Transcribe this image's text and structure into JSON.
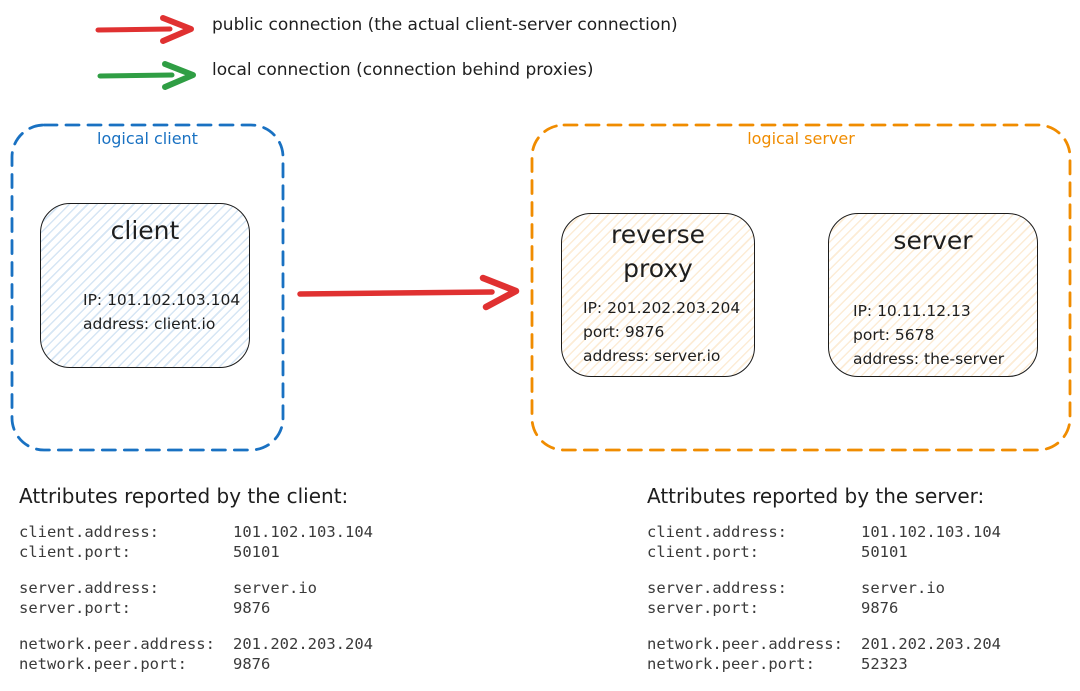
{
  "colors": {
    "public_connection_red": "#e03131",
    "local_connection_green": "#2f9e44",
    "logical_client_blue": "#1971c2",
    "logical_server_orange": "#f08c00",
    "text": "#1e1e1e",
    "client_fill_hatch": "#a5d8ff",
    "server_fill_hatch": "#ffd8a8"
  },
  "legend": {
    "public": {
      "label": "public connection (the actual client-server connection)",
      "color": "#e03131"
    },
    "local": {
      "label": "local connection (connection behind proxies)",
      "color": "#2f9e44"
    }
  },
  "diagram": {
    "client_group": {
      "label": "logical client",
      "node": {
        "title": "client",
        "lines": [
          "IP: 101.102.103.104",
          "address: client.io"
        ]
      }
    },
    "server_group": {
      "label": "logical server",
      "proxy_node": {
        "title": "reverse proxy",
        "lines": [
          "IP: 201.202.203.204",
          "port: 9876",
          "address: server.io"
        ]
      },
      "server_node": {
        "title": "server",
        "lines": [
          "IP: 10.11.12.13",
          "port: 5678",
          "address: the-server"
        ]
      }
    },
    "connection": {
      "type": "public connection",
      "from": "client",
      "to": "reverse proxy"
    }
  },
  "attributes": {
    "client": {
      "title": "Attributes reported by the client:",
      "groups": [
        [
          {
            "label": "client.address:",
            "value": "101.102.103.104"
          },
          {
            "label": "client.port:",
            "value": "50101"
          }
        ],
        [
          {
            "label": "server.address:",
            "value": "server.io"
          },
          {
            "label": "server.port:",
            "value": "9876"
          }
        ],
        [
          {
            "label": "network.peer.address:",
            "value": "201.202.203.204"
          },
          {
            "label": "network.peer.port:",
            "value": "9876"
          }
        ]
      ]
    },
    "server": {
      "title": "Attributes reported by the server:",
      "groups": [
        [
          {
            "label": "client.address:",
            "value": "101.102.103.104"
          },
          {
            "label": "client.port:",
            "value": "50101"
          }
        ],
        [
          {
            "label": "server.address:",
            "value": "server.io"
          },
          {
            "label": "server.port:",
            "value": "9876"
          }
        ],
        [
          {
            "label": "network.peer.address:",
            "value": "201.202.203.204"
          },
          {
            "label": "network.peer.port:",
            "value": "52323"
          }
        ]
      ]
    }
  }
}
